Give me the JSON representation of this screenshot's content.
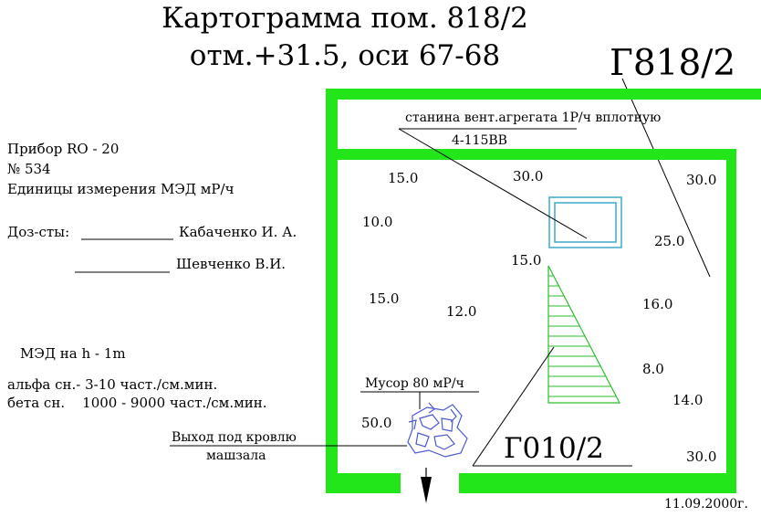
{
  "title": {
    "line1": "Картограмма пом. 818/2",
    "line2": "отм.+31.5, оси 67-68"
  },
  "room_label": "Г818/2",
  "sub_room_label": "Г010/2",
  "instrument": {
    "model": "Прибор RO - 20",
    "number": "№ 534",
    "units": "Единицы измерения МЭД мР/ч"
  },
  "dosimetrists": {
    "label": "Доз-сты:",
    "person1": "Кабаченко И. А.",
    "person2": "Шевченко В.И."
  },
  "height_note": "МЭД на h - 1m",
  "alpha_note": "альфа сн.- 3-10 част./см.мин.",
  "beta_note": "бета сн.    1000 - 9000 част./см.мин.",
  "fan_unit_note": {
    "line1": "станина вент.агрегата 1Р/ч вплотную",
    "line2": "4-115ВВ"
  },
  "debris_note": "Мусор 80 мР/ч",
  "exit_note": {
    "line1": "Выход под кровлю",
    "line2": "машзала"
  },
  "date": "11.09.2000г.",
  "readings": [
    {
      "id": "r1",
      "value": "15.0"
    },
    {
      "id": "r2",
      "value": "30.0"
    },
    {
      "id": "r3",
      "value": "30.0"
    },
    {
      "id": "r4",
      "value": "10.0"
    },
    {
      "id": "r5",
      "value": "25.0"
    },
    {
      "id": "r6",
      "value": "15.0"
    },
    {
      "id": "r7",
      "value": "15.0"
    },
    {
      "id": "r8",
      "value": "12.0"
    },
    {
      "id": "r9",
      "value": "16.0"
    },
    {
      "id": "r10",
      "value": "8.0"
    },
    {
      "id": "r11",
      "value": "14.0"
    },
    {
      "id": "r12",
      "value": "50.0"
    },
    {
      "id": "r13",
      "value": "30.0"
    }
  ],
  "colors": {
    "wall": "#22e51a",
    "fan_unit": "#3fa9c9",
    "hatch": "#2dbd2d",
    "debris": "#4a5ad0"
  }
}
